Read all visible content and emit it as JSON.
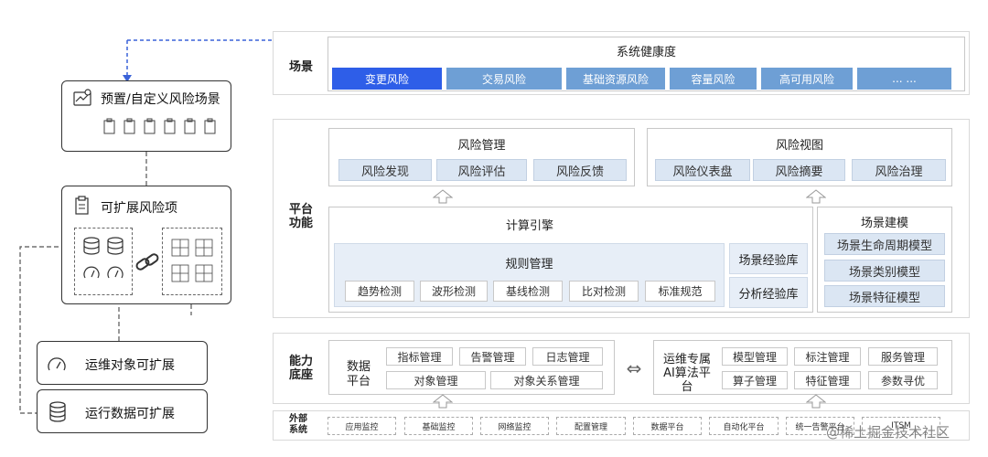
{
  "scene": {
    "label": "场景",
    "health_title": "系统健康度",
    "items": [
      "变更风险",
      "交易风险",
      "基础资源风险",
      "容量风险",
      "高可用风险",
      "... ..."
    ]
  },
  "platform": {
    "label_line1": "平台",
    "label_line2": "功能",
    "risk_mgmt": {
      "title": "风险管理",
      "items": [
        "风险发现",
        "风险评估",
        "风险反馈"
      ]
    },
    "risk_view": {
      "title": "风险视图",
      "items": [
        "风险仪表盘",
        "风险摘要",
        "风险治理"
      ]
    },
    "compute": {
      "title": "计算引擎",
      "rules_title": "规则管理",
      "rules": [
        "趋势检测",
        "波形检测",
        "基线检测",
        "比对检测",
        "标准规范"
      ],
      "libs": [
        "场景经验库",
        "分析经验库"
      ]
    },
    "scene_modeling": {
      "title": "场景建模",
      "items": [
        "场景生命周期模型",
        "场景类别模型",
        "场景特征模型"
      ]
    }
  },
  "capability": {
    "label_line1": "能力",
    "label_line2": "底座",
    "data_platform": {
      "title_line1": "数据",
      "title_line2": "平台",
      "items": [
        "指标管理",
        "告警管理",
        "日志管理",
        "对象管理",
        "对象关系管理"
      ]
    },
    "ai_platform": {
      "title_line1": "运维专属",
      "title_line2": "AI算法平",
      "title_line3": "台",
      "items": [
        "模型管理",
        "标注管理",
        "服务管理",
        "算子管理",
        "特征管理",
        "参数寻优"
      ]
    },
    "exchange_symbol": "⇔"
  },
  "external": {
    "label_line1": "外部",
    "label_line2": "系统",
    "items": [
      "应用监控",
      "基础监控",
      "网络监控",
      "配置管理",
      "数据平台",
      "自动化平台",
      "统一告警平台",
      "ITSM"
    ]
  },
  "left": {
    "preset": "预置/自定义风险场景",
    "extensible": "可扩展风险项",
    "ops_object": "运维对象可扩展",
    "run_data": "运行数据可扩展"
  },
  "watermark": "@稀土掘金技术社区",
  "colors": {
    "active_scene": "#2e5ee8",
    "scene": "#6e9fd5",
    "cell": "#dbe6f3",
    "connector": "#3a62d8"
  }
}
